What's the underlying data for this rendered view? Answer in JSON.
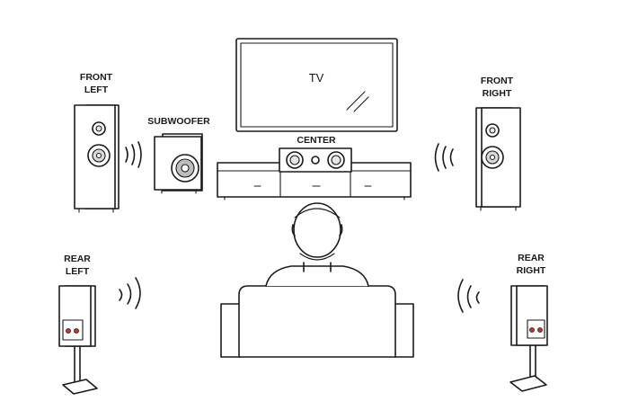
{
  "labels": {
    "tv": "TV",
    "center": "CENTER",
    "subwoofer": "SUBWOOFER",
    "front_left": [
      "FRONT",
      "LEFT"
    ],
    "front_right": [
      "FRONT",
      "RIGHT"
    ],
    "rear_left": [
      "REAR",
      "LEFT"
    ],
    "rear_right": [
      "REAR",
      "RIGHT"
    ]
  },
  "colors": {
    "ink": "#1a1a1a",
    "speaker_fill": "#ffffff",
    "cone_gray": "#9a9a9a",
    "terminal_red": "#c0392b"
  }
}
